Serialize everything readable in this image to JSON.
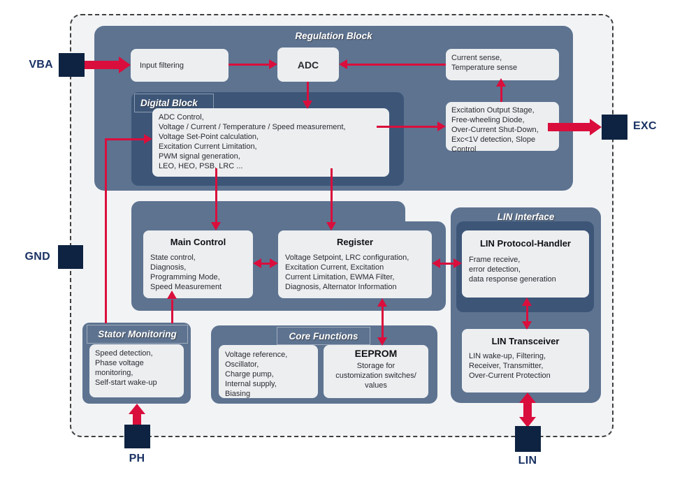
{
  "diagram": {
    "type": "functional-block-diagram",
    "colors": {
      "container_slate": "#5d7390",
      "inner_navy": "#3d5678",
      "function_box": "#eceef0",
      "arrow_red": "#da0e3c",
      "pin_navy": "#0e2342",
      "pin_label": "#1a3263",
      "chip_background": "#f2f3f5"
    }
  },
  "pins": {
    "vba": "VBA",
    "gnd": "GND",
    "ph": "PH",
    "exc": "EXC",
    "lin": "LIN"
  },
  "regulation_block": {
    "title": "Regulation Block",
    "input_filtering": "Input filtering",
    "adc": "ADC",
    "current_sense": "Current sense,\nTemperature sense",
    "excitation_stage": "Excitation Output Stage,\nFree-wheeling Diode,\nOver-Current Shut-Down,\nExc<1V detection, Slope\nControl"
  },
  "digital_block": {
    "title": "Digital Block",
    "functions": "ADC Control,\nVoltage / Current / Temperature / Speed measurement,\nVoltage Set-Point calculation,\nExcitation Current Limitation,\nPWM signal generation,\nLEO, HEO, PSB, LRC ..."
  },
  "main_control": {
    "title": "Main Control",
    "body": "State control,\nDiagnosis,\nProgramming Mode,\nSpeed Measurement"
  },
  "register": {
    "title": "Register",
    "body": "Voltage Setpoint, LRC configuration,\nExcitation Current, Excitation\nCurrent Limitation, EWMA Filter,\nDiagnosis, Alternator Information"
  },
  "lin_interface": {
    "title": "LIN Interface",
    "protocol_handler": {
      "title": "LIN Protocol-Handler",
      "body": "Frame receive,\nerror detection,\ndata response generation"
    },
    "transceiver": {
      "title": "LIN Transceiver",
      "body": "LIN wake-up, Filtering,\nReceiver, Transmitter,\nOver-Current Protection"
    }
  },
  "stator_monitoring": {
    "title": "Stator Monitoring",
    "body": "Speed detection,\nPhase voltage\nmonitoring,\nSelf-start wake-up"
  },
  "core_functions": {
    "title": "Core Functions",
    "analog_core": "Voltage reference,\nOscillator,\nCharge pump,\nInternal supply,\nBiasing",
    "eeprom": {
      "title": "EEPROM",
      "body": "Storage for\ncustomization switches/\nvalues"
    }
  }
}
